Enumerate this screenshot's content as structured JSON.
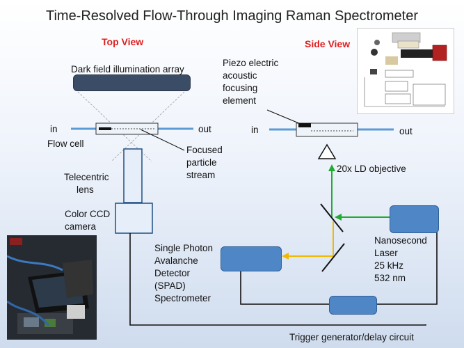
{
  "title": "Time-Resolved Flow-Through Imaging Raman Spectrometer",
  "top_view": {
    "heading": "Top View",
    "dark_field": "Dark field illumination array",
    "in": "in",
    "out": "out",
    "flow_cell": "Flow cell",
    "focused": [
      "Focused",
      "particle",
      "stream"
    ],
    "telecentric": [
      "Telecentric",
      "lens"
    ],
    "ccd": [
      "Color CCD",
      "camera"
    ]
  },
  "side_view": {
    "heading": "Side View",
    "piezo": [
      "Piezo electric",
      "acoustic",
      "focusing",
      "element"
    ],
    "in": "in",
    "out": "out",
    "objective": "20x LD objective",
    "laser": [
      "Nanosecond",
      "Laser",
      "25 kHz",
      "532 nm"
    ]
  },
  "spad": [
    "Single Photon",
    "Avalanche",
    "Detector",
    "(SPAD)",
    "Spectrometer"
  ],
  "trigger": "Trigger generator/delay circuit",
  "colors": {
    "green": "#22aa33",
    "yellow": "#f2b800",
    "fiber": "#5b9bd5",
    "accent": "#e02020"
  },
  "icons": [
    "photo-placeholder-inset",
    "photo-placeholder-lab"
  ]
}
